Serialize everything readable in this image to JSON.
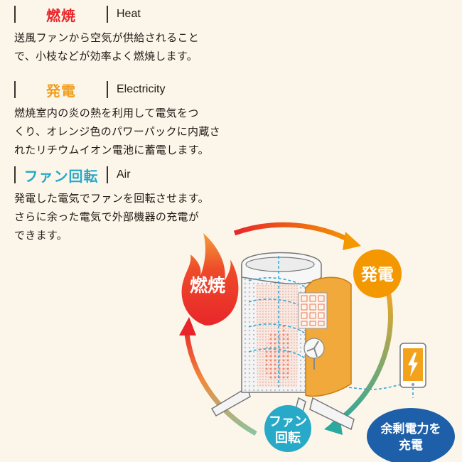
{
  "sections": [
    {
      "title_ja": "燃焼",
      "title_en": "Heat",
      "color": "#e8262a",
      "text": [
        "送風ファンから空気が供給されること",
        "で、小枝などが効率よく燃焼します。"
      ]
    },
    {
      "title_ja": "発電",
      "title_en": "Electricity",
      "color": "#f0a020",
      "text": [
        "燃焼室内の炎の熱を利用して電気をつ",
        "くり、オレンジ色のパワーパックに内蔵さ",
        "れたリチウムイオン電池に蓄電します。"
      ]
    },
    {
      "title_ja": "ファン回転",
      "title_en": "Air",
      "color": "#27a9c7",
      "text": [
        "発電した電気でファンを回転させます。",
        "さらに余った電気で外部機器の充電が",
        "できます。"
      ]
    }
  ],
  "diagram": {
    "flame_label": "燃焼",
    "power_label": "発電",
    "fan_label_1": "ファン",
    "fan_label_2": "回転",
    "charge_label_1": "余剰電力を",
    "charge_label_2": "充電",
    "colors": {
      "red": "#e8262a",
      "orange": "#f39800",
      "teal": "#27a9c7",
      "blue": "#1d5fa8",
      "power_pack": "#f2a93b"
    }
  }
}
